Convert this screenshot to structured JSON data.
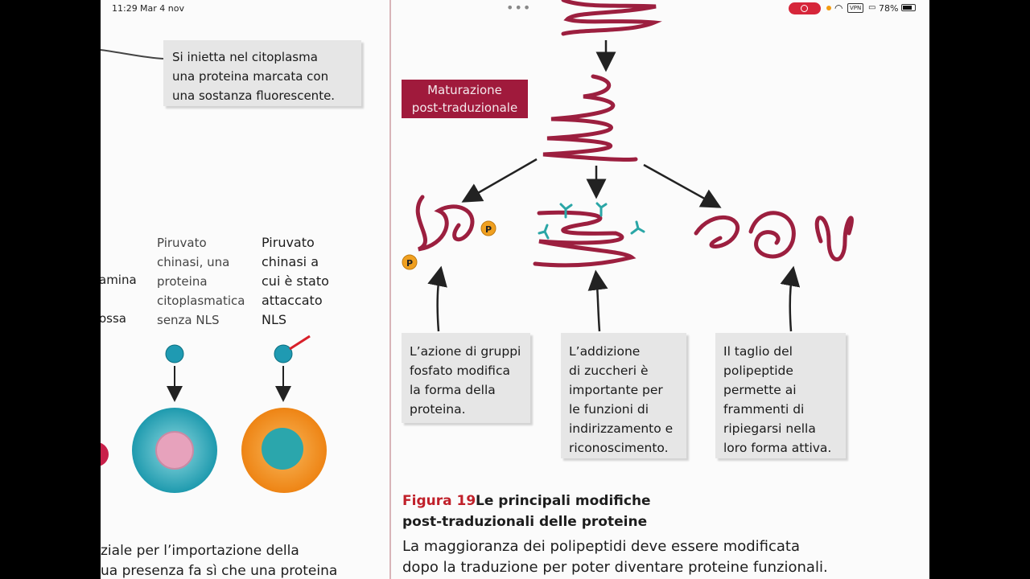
{
  "status_bar": {
    "time": "11:29",
    "date": "Mar 4 nov",
    "vpn": "VPN",
    "battery": "78%"
  },
  "left_page": {
    "inject_note": "Si inietta nel citoplasma\nuna proteina marcata con\nuna sostanza fluorescente.",
    "label_cut_1": "amina",
    "label_cut_2": "ossa",
    "label_piruvato_no_nls": "Piruvato\nchinasi, una\nproteina\ncitoplasmatica\nsenza NLS",
    "label_piruvato_nls": "Piruvato\nchinasi a\ncui è stato\nattaccato\nNLS",
    "bottom_text": "ziale per l’importazione della\nua presenza fa sì che una proteina"
  },
  "right_page": {
    "maturation_label": "Maturazione\npost-traduzionale",
    "phosphate_symbol": "P",
    "captions": [
      "L’azione di gruppi\nfosfato modifica\nla forma della\nproteina.",
      "L’addizione\ndi zuccheri è\nimportante per\nle funzioni di\nindirizzamento e\nriconoscimento.",
      "Il taglio del\npolipeptide\npermette ai\nframmenti di\nripiegarsi nella\nloro forma attiva."
    ],
    "figure_number": "Figura 19",
    "figure_title": " Le principali modifiche post-traduzionali delle proteine",
    "figure_body": "La maggioranza dei polipeptidi deve essere modificata\ndopo la traduzione per poter diventare proteine funzionali."
  },
  "colors": {
    "protein_chain": "#9c1f3f",
    "maturation_bg": "#a01a3c",
    "figure_accent": "#c0202a",
    "sugar": "#2aa6a6",
    "phosphate": "#f0a020",
    "cell_teal": "#2aa7b6",
    "cell_orange": "#f29020"
  },
  "icons": [
    "record-icon",
    "wifi-icon",
    "screen-mirror-icon",
    "battery-icon"
  ]
}
